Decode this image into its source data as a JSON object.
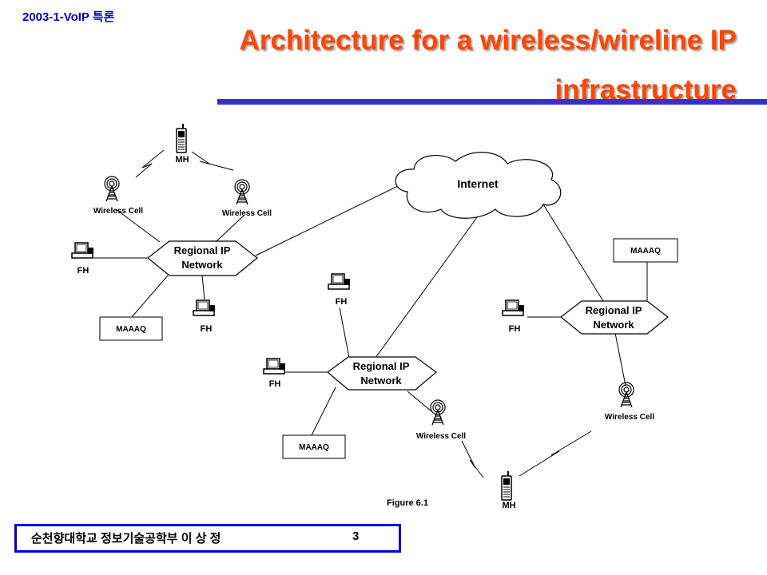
{
  "header": {
    "course": "2003-1-VoIP 특론",
    "title_line1": "Architecture for a wireless/wireline IP",
    "title_line2": "infrastructure"
  },
  "colors": {
    "title": "#ff4500",
    "accent_blue": "#0000cc"
  },
  "diagram": {
    "internet": "Internet",
    "networks": [
      {
        "line1": "Regional IP",
        "line2": "Network"
      },
      {
        "line1": "Regional IP",
        "line2": "Network"
      },
      {
        "line1": "Regional IP",
        "line2": "Network"
      }
    ],
    "wireless_cells": [
      "Wireless Cell",
      "Wireless Cell",
      "Wireless Cell",
      "Wireless Cell"
    ],
    "mobile_hosts": [
      "MH",
      "MH"
    ],
    "fixed_hosts": [
      "FH",
      "FH",
      "FH",
      "FH",
      "FH"
    ],
    "maaaq": [
      "MAAAQ",
      "MAAAQ",
      "MAAAQ"
    ],
    "caption": "Figure 6.1"
  },
  "footer": {
    "author": "순천향대학교 정보기술공학부   이 상 정",
    "page": "3"
  }
}
